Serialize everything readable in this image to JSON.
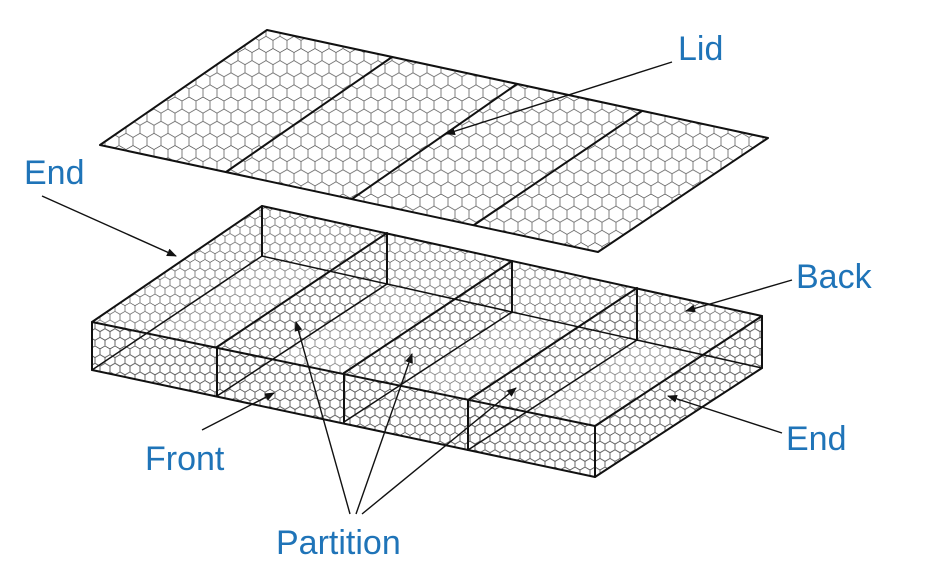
{
  "labels": {
    "lid": "Lid",
    "end_top": "End",
    "back": "Back",
    "end_right": "End",
    "front": "Front",
    "partition": "Partition"
  },
  "colors": {
    "label": "#1f74b8",
    "mesh": "#555555",
    "edge": "#111111",
    "background": "#ffffff"
  }
}
